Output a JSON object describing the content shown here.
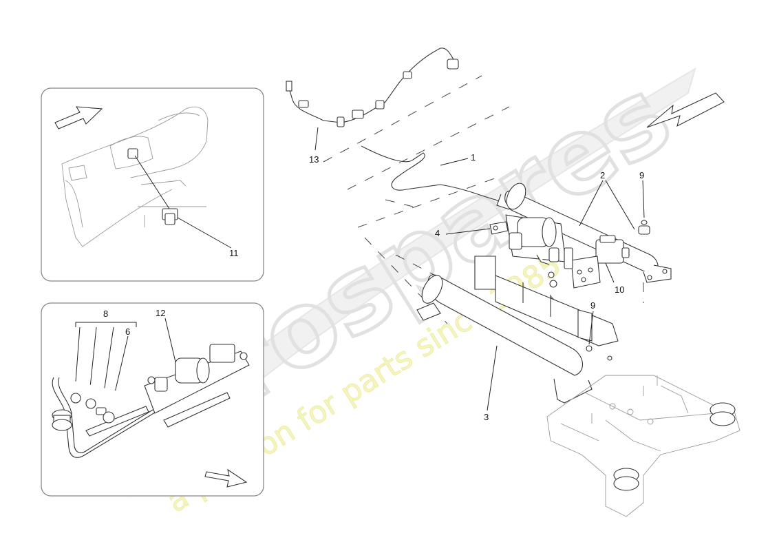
{
  "callouts": {
    "c1": "1",
    "c2": "2",
    "c3": "3",
    "c4": "4",
    "c6": "6",
    "c8": "8",
    "c9a": "9",
    "c9b": "9",
    "c10": "10",
    "c11": "11",
    "c12": "12",
    "c13": "13"
  },
  "watermark": {
    "brand": "eurospares",
    "tagline": "a passion for parts since 1985"
  },
  "colors": {
    "watermark_brand": "#e4e4e4",
    "watermark_tagline": "#f3f3b8",
    "panel_border": "#888888"
  }
}
